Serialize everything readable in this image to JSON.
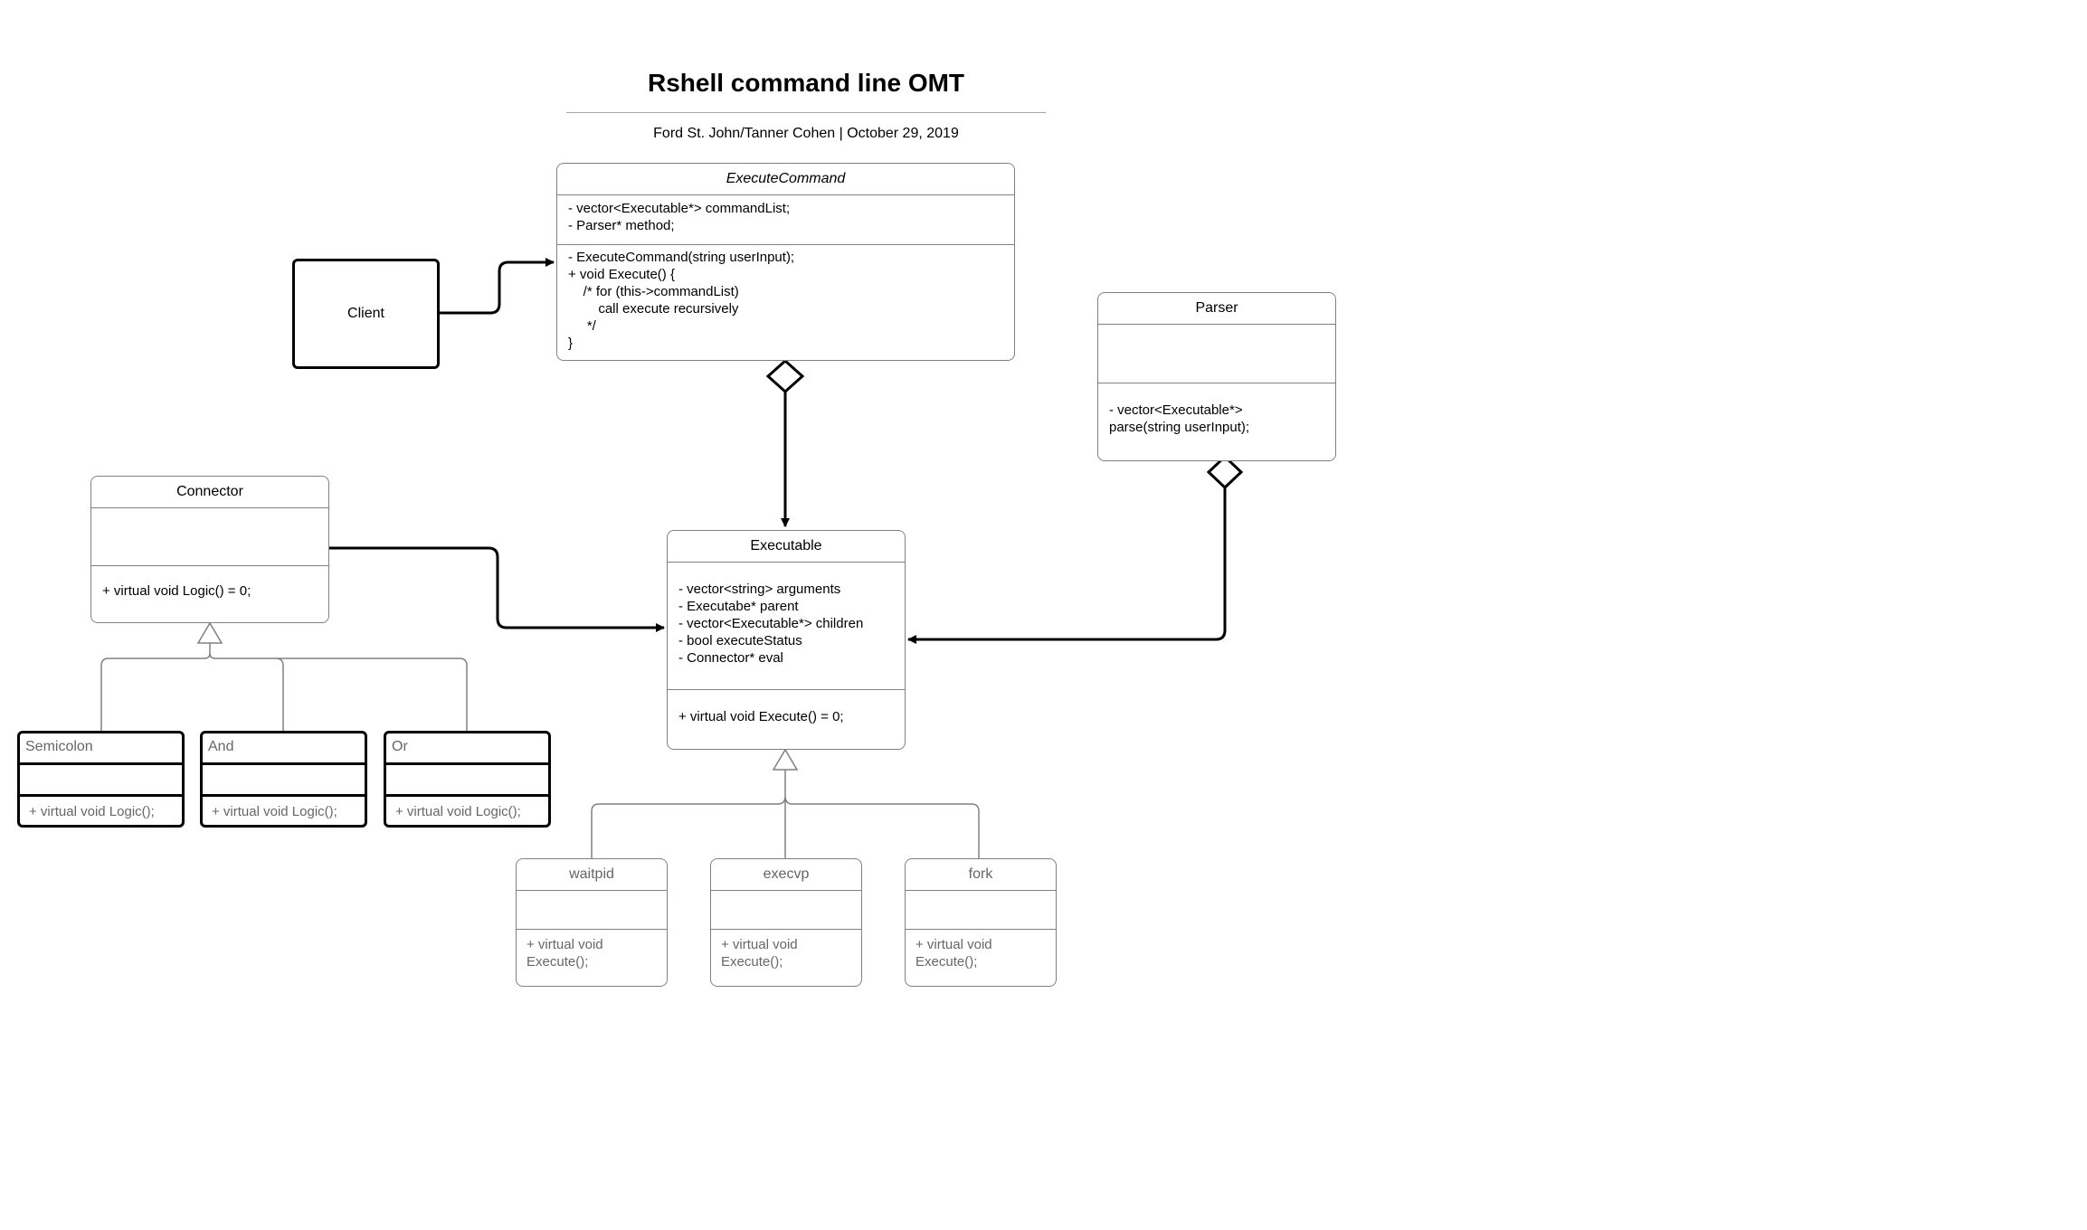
{
  "header": {
    "title": "Rshell command line OMT",
    "subtitle": "Ford St. John/Tanner Cohen  |  October 29, 2019"
  },
  "client": {
    "label": "Client"
  },
  "execute_command": {
    "name": "ExecuteCommand",
    "attributes": "- vector<Executable*> commandList;\n- Parser* method;",
    "methods": "- ExecuteCommand(string userInput);\n+ void Execute() {\n    /* for (this->commandList)\n        call execute recursively\n     */\n}"
  },
  "parser": {
    "name": "Parser",
    "methods": "- vector<Executable*>\nparse(string userInput);"
  },
  "connector": {
    "name": "Connector",
    "methods": "+ virtual void Logic() = 0;"
  },
  "executable": {
    "name": "Executable",
    "attributes": "- vector<string> arguments\n- Executabe* parent\n- vector<Executable*> children\n- bool executeStatus\n- Connector* eval",
    "methods": "+ virtual void Execute() = 0;"
  },
  "connector_subclasses": [
    {
      "name": "Semicolon",
      "method": "+ virtual void Logic();"
    },
    {
      "name": "And",
      "method": "+ virtual void Logic();"
    },
    {
      "name": "Or",
      "method": "+ virtual void Logic();"
    }
  ],
  "executable_subclasses": [
    {
      "name": "waitpid",
      "method": "+ virtual void\nExecute();"
    },
    {
      "name": "execvp",
      "method": "+ virtual void\nExecute();"
    },
    {
      "name": "fork",
      "method": "+ virtual void\nExecute();"
    }
  ]
}
